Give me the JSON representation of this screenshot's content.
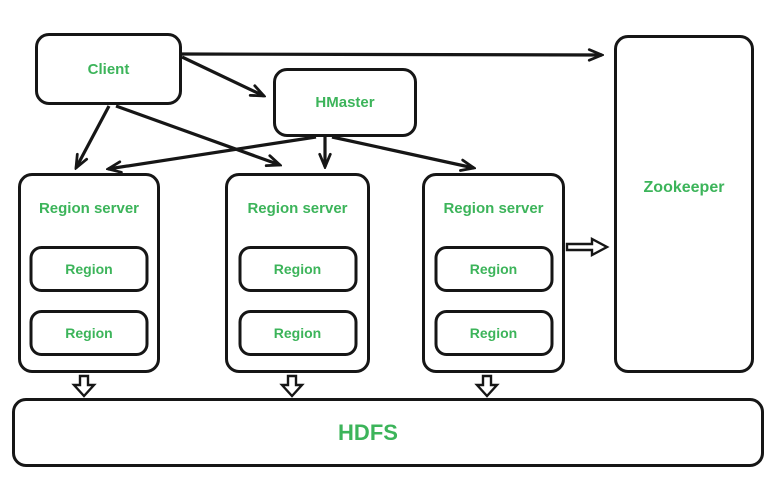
{
  "diagram": {
    "subject": "HBase architecture",
    "colors": {
      "label_green": "#3cb45a",
      "line_black": "#161616",
      "box_fill": "#ffffff",
      "background": "#ffffff"
    }
  },
  "nodes": {
    "client": {
      "label": "Client"
    },
    "hmaster": {
      "label": "HMaster"
    },
    "zookeeper": {
      "label": "Zookeeper"
    },
    "hdfs": {
      "label": "HDFS"
    },
    "region_servers": [
      {
        "label": "Region server",
        "regions": [
          {
            "label": "Region"
          },
          {
            "label": "Region"
          }
        ]
      },
      {
        "label": "Region server",
        "regions": [
          {
            "label": "Region"
          },
          {
            "label": "Region"
          }
        ]
      },
      {
        "label": "Region server",
        "regions": [
          {
            "label": "Region"
          },
          {
            "label": "Region"
          }
        ]
      }
    ]
  },
  "connections": [
    {
      "from": "Client",
      "to": "Zookeeper",
      "style": "solid-arrow"
    },
    {
      "from": "Client",
      "to": "HMaster",
      "style": "solid-arrow"
    },
    {
      "from": "Client",
      "to": "Region server 1",
      "style": "solid-arrow"
    },
    {
      "from": "Client",
      "to": "Region server 2",
      "style": "solid-arrow"
    },
    {
      "from": "HMaster",
      "to": "Region server 1",
      "style": "solid-arrow"
    },
    {
      "from": "HMaster",
      "to": "Region server 2",
      "style": "solid-arrow"
    },
    {
      "from": "HMaster",
      "to": "Region server 3",
      "style": "solid-arrow"
    },
    {
      "from": "Region server 3",
      "to": "Zookeeper",
      "style": "hollow-arrow"
    },
    {
      "from": "Region server 1",
      "to": "HDFS",
      "style": "hollow-arrow"
    },
    {
      "from": "Region server 2",
      "to": "HDFS",
      "style": "hollow-arrow"
    },
    {
      "from": "Region server 3",
      "to": "HDFS",
      "style": "hollow-arrow"
    }
  ]
}
